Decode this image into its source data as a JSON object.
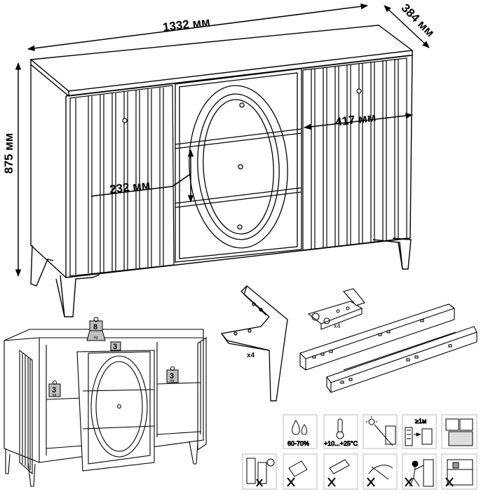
{
  "dimensions": {
    "width": "1332 мм",
    "depth": "384 мм",
    "height": "875 мм",
    "drawer_height": "232 мм",
    "door_width": "417 мм"
  },
  "weights": {
    "top": "8",
    "shelf_left": "3",
    "shelf_center": "3",
    "shelf_right": "3",
    "unit": "kg"
  },
  "hardware": {
    "legs_qty": "x4",
    "hinges_qty": "x4"
  },
  "care_icons": {
    "humidity": "60-70%",
    "temperature": "+10...+25°C",
    "distance": "≥1м"
  }
}
